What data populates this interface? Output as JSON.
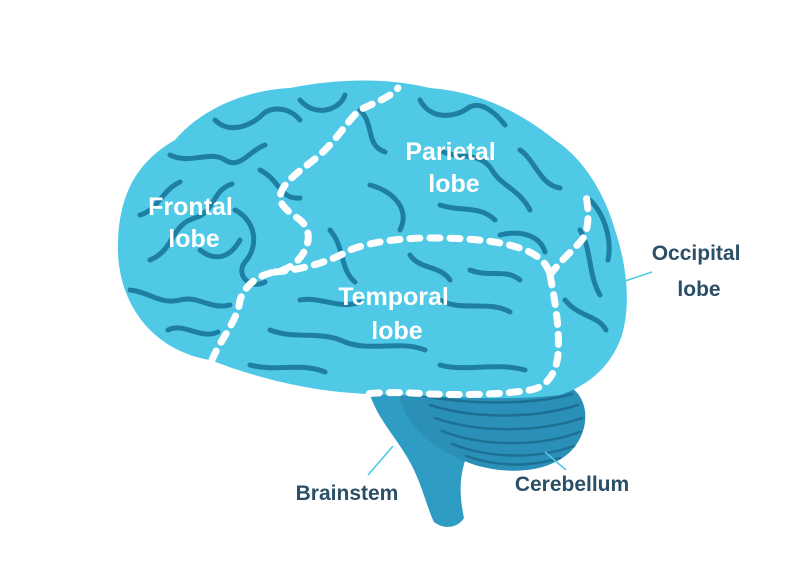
{
  "colors": {
    "brain_fill": "#4fc9e6",
    "sulcus": "#1f7ea3",
    "brainstem": "#2f9cc4",
    "cerebellum": "#2a90b8",
    "cerebellum_lines": "#1d6f93",
    "boundary": "#ffffff",
    "label_dark": "#2b4f66",
    "label_light": "#ffffff",
    "leader": "#4fc9e6"
  },
  "labels": {
    "frontal": [
      "Frontal",
      "lobe"
    ],
    "parietal": [
      "Parietal",
      "lobe"
    ],
    "temporal": [
      "Temporal",
      "lobe"
    ],
    "occipital": [
      "Occipital",
      "lobe"
    ],
    "brainstem": "Brainstem",
    "cerebellum": "Cerebellum"
  }
}
